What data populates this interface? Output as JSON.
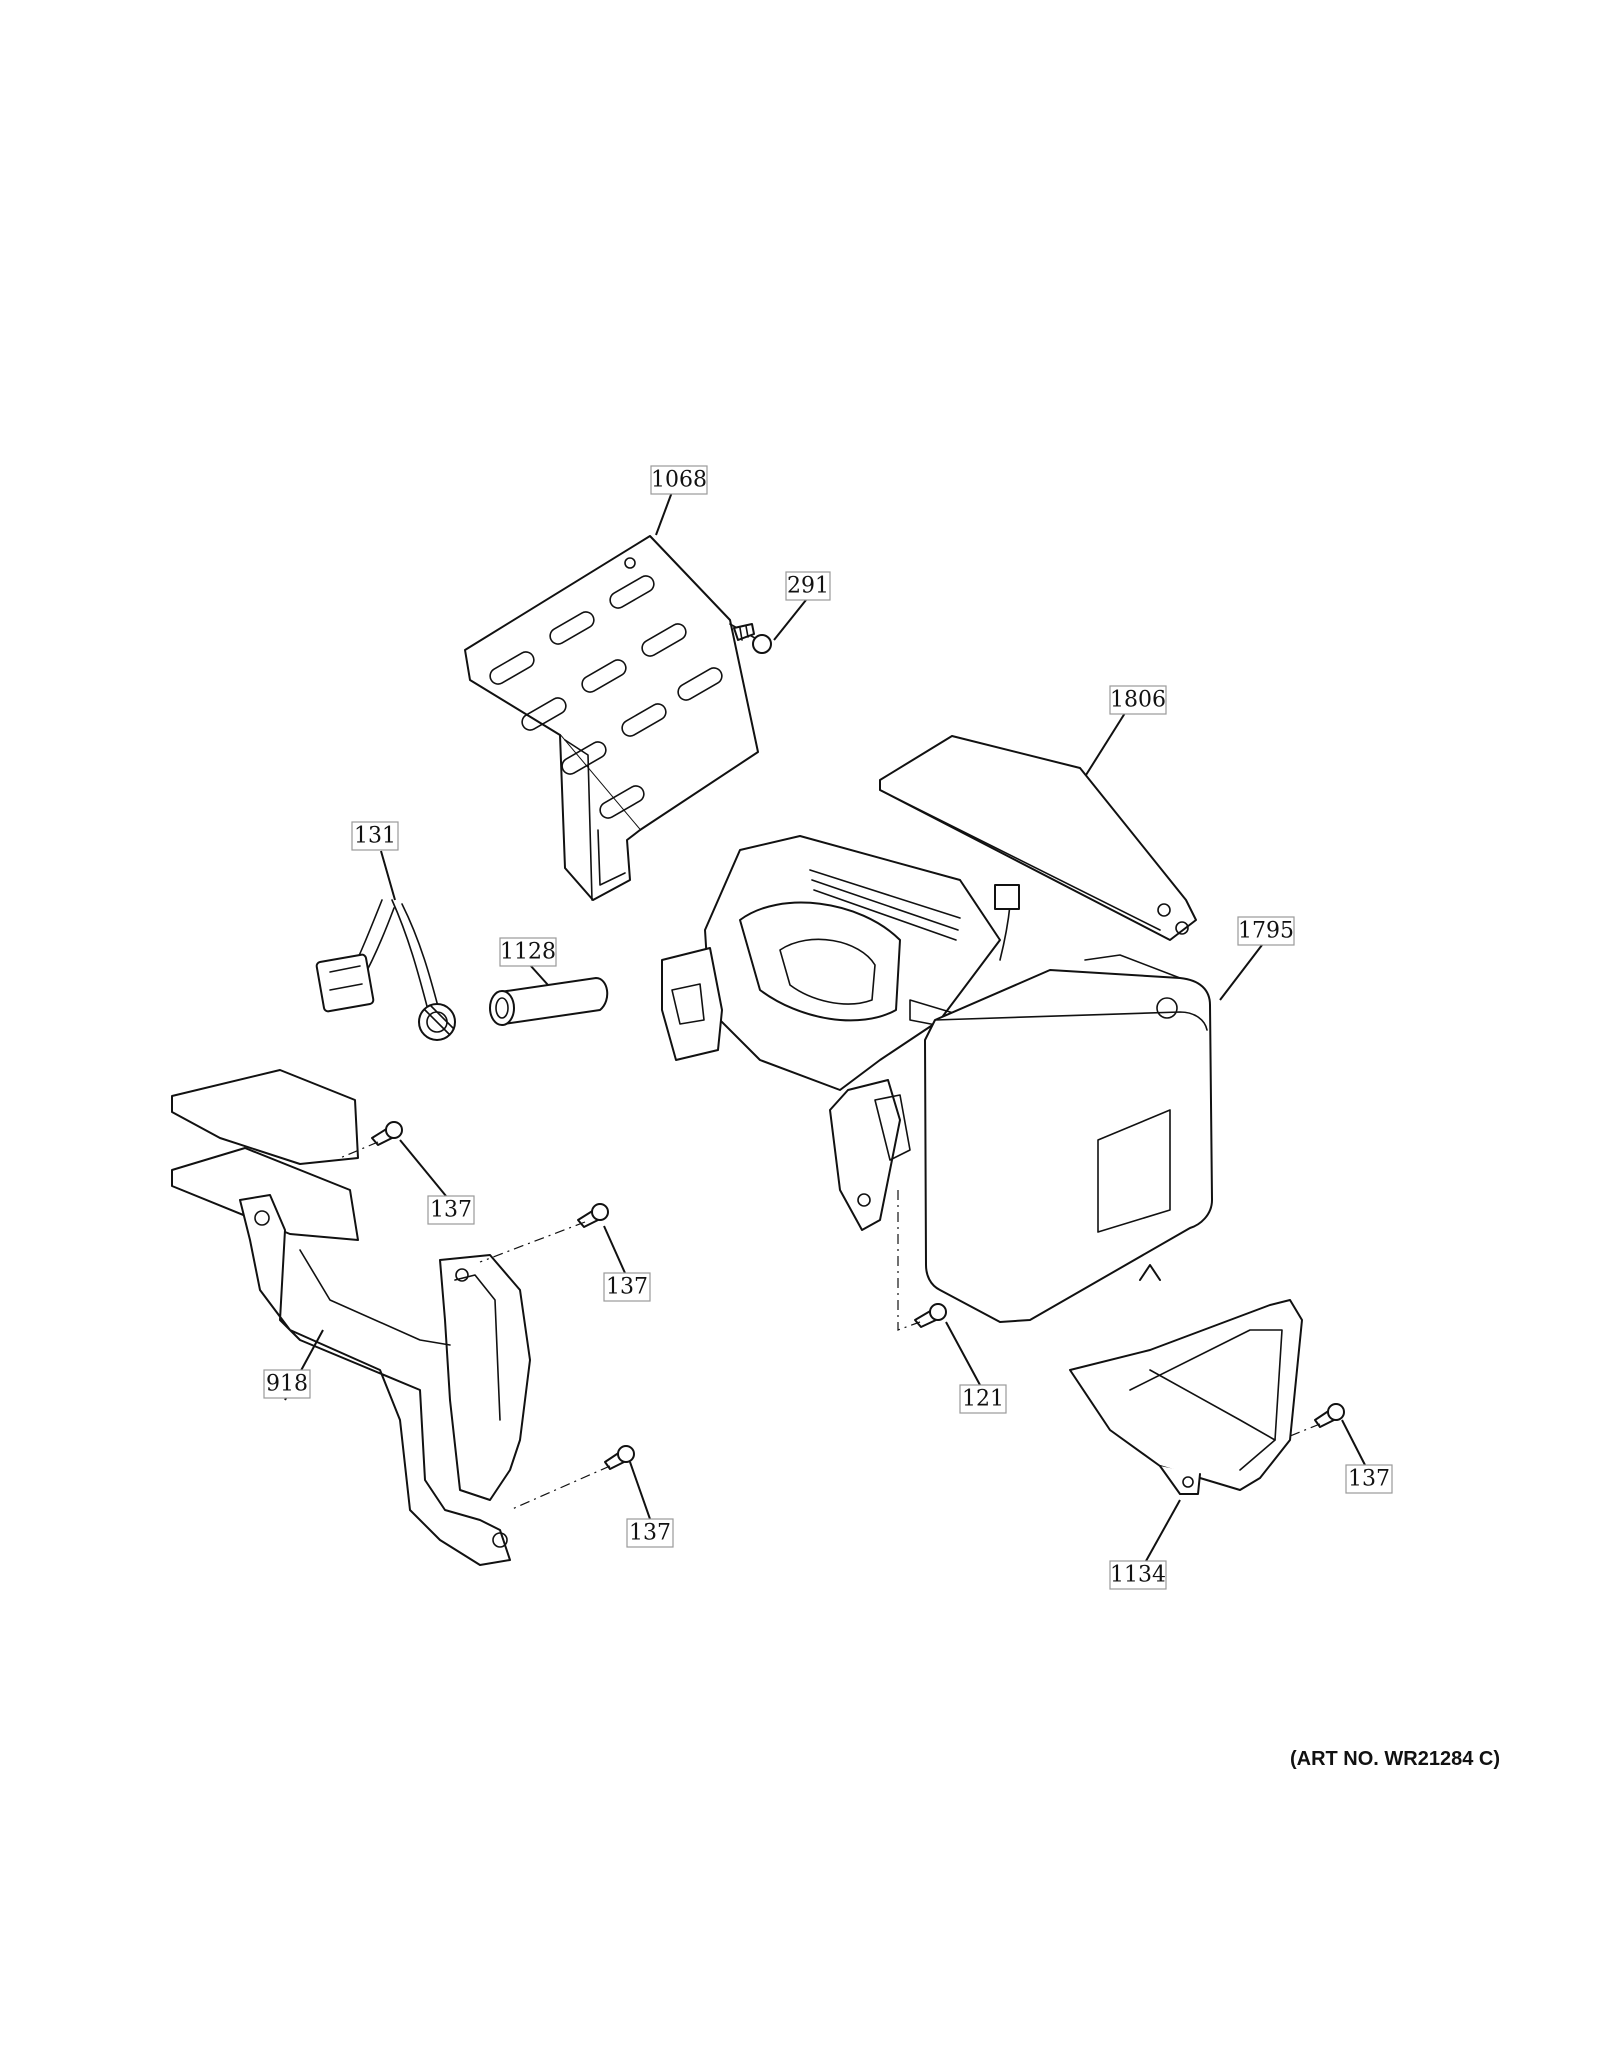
{
  "art_number": "(ART NO. WR21284 C)",
  "callouts": {
    "c1068": "1068",
    "c291": "291",
    "c1806": "1806",
    "c131": "131",
    "c1128": "1128",
    "c1795": "1795",
    "c137a": "137",
    "c137b": "137",
    "c918": "918",
    "c121": "121",
    "c137c": "137",
    "c137d": "137",
    "c1134": "1134"
  }
}
